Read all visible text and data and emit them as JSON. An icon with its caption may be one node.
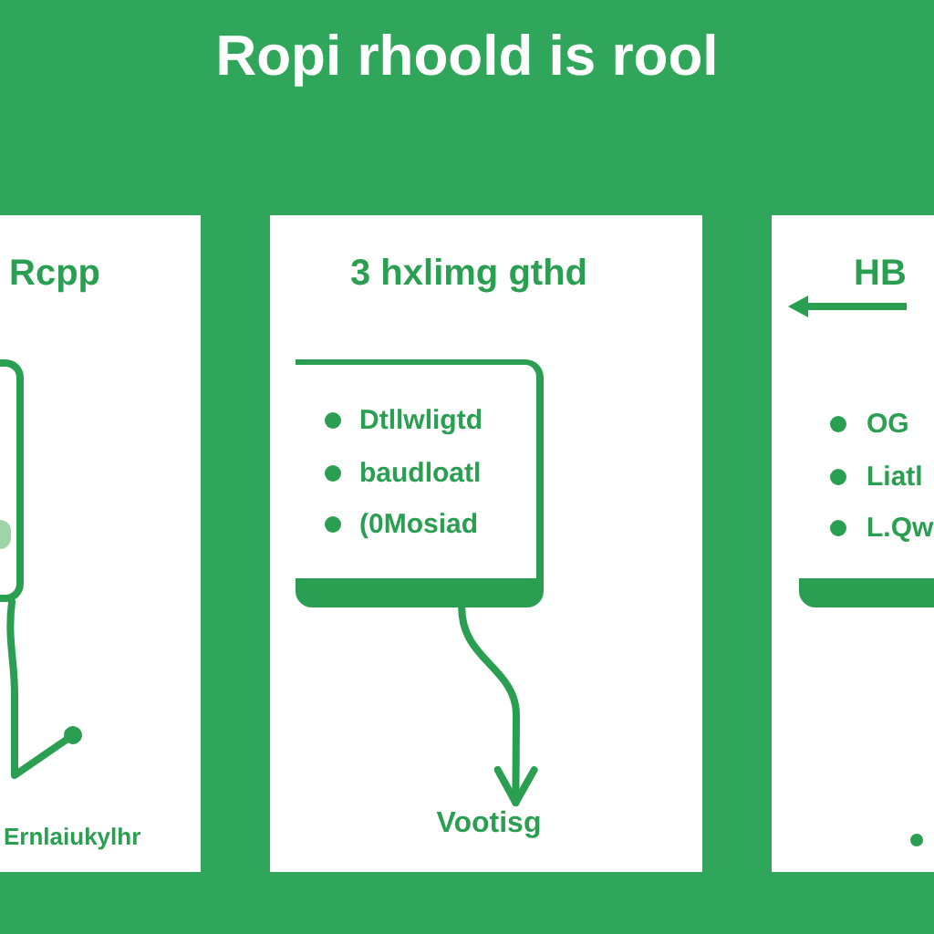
{
  "diagram": {
    "title": "Ropi rhoold is rool",
    "nodes": [
      {
        "text": [
          "Rcpp",
          "Ernlaiukylhr"
        ]
      },
      {
        "text": [],
        "shape": "box",
        "in": 0
      },
      {
        "text": [
          "3 hxlimg gthd"
        ]
      },
      {
        "text": [
          "Dtllwligtd",
          "baudloatl",
          "(0Mosiad"
        ],
        "in": 2
      },
      {
        "text": [
          "Vootisg"
        ],
        "in": 2
      },
      {
        "text": [
          "HB"
        ]
      },
      {
        "text": [
          "OG",
          "Liatl",
          "L.Qw"
        ],
        "in": 5
      }
    ],
    "edges": [
      {
        "from": 1,
        "to": null,
        "arrow": "other"
      },
      {
        "from": 3,
        "to": 4,
        "arrow": "to"
      }
    ]
  }
}
